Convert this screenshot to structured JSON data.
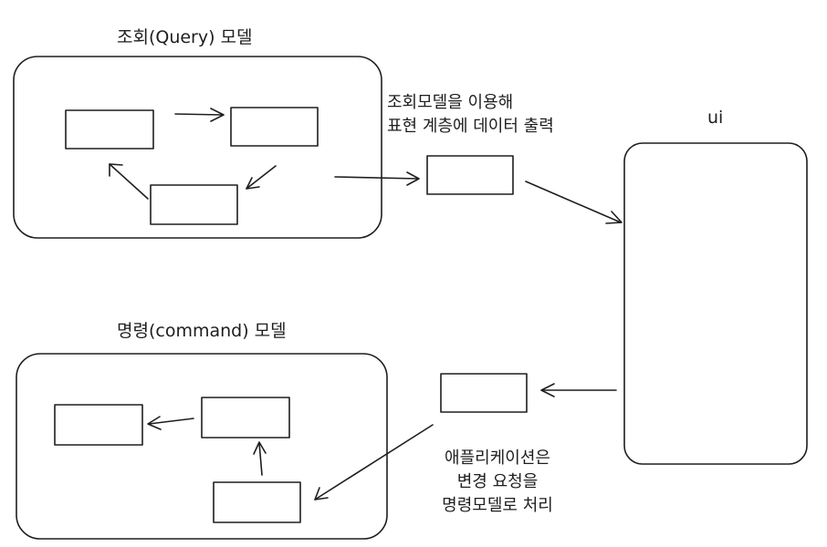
{
  "query_model": {
    "title": "조회(Query) 모델"
  },
  "command_model": {
    "title": "명령(command) 모델"
  },
  "ui": {
    "label": "ui"
  },
  "query_note": {
    "lines": [
      "조회모델을 이용해",
      "표현 계층에 데이터 출력"
    ]
  },
  "command_note": {
    "lines": [
      "애플리케이션은",
      "변경 요청을",
      "명령모델로 처리"
    ]
  },
  "colors": {
    "stroke": "#1e1e1e",
    "background": "#ffffff"
  }
}
